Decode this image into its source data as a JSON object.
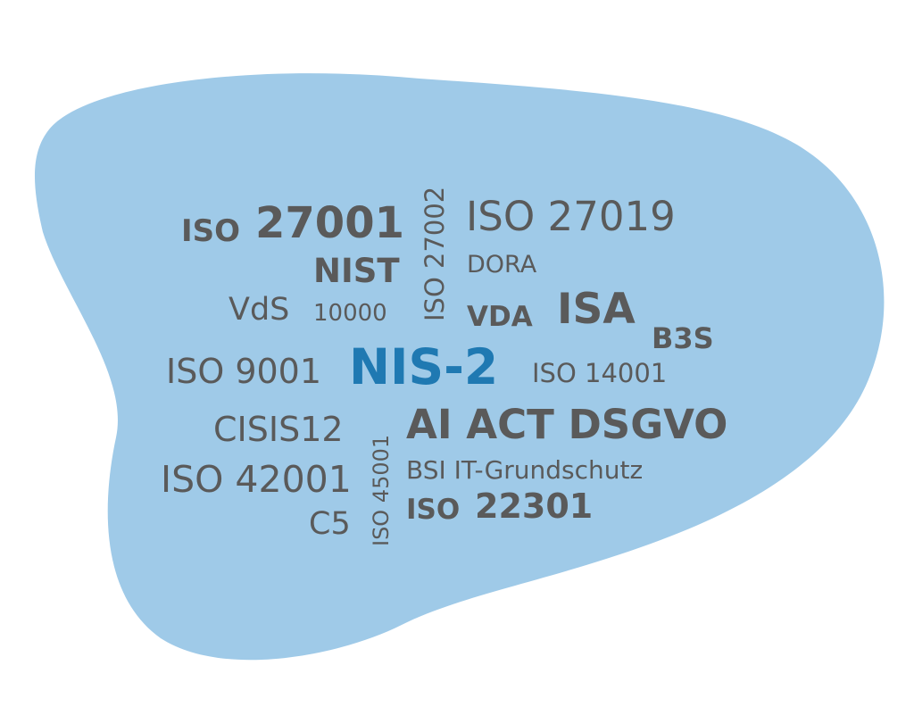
{
  "colors": {
    "blob": "#9fcae8",
    "text": "#5a5a5a",
    "accent": "#1f79b2"
  },
  "words": {
    "iso27001_prefix": "ISO",
    "iso27001_num": "27001",
    "nist": "NIST",
    "vds": "VdS",
    "vds_num": "10000",
    "iso27002": "ISO 27002",
    "iso27019": "ISO 27019",
    "dora": "DORA",
    "vda": "VDA",
    "isa": "ISA",
    "b3s": "B3S",
    "iso9001": "ISO 9001",
    "nis2": "NIS-2",
    "iso14001": "ISO 14001",
    "cisis12": "CISIS12",
    "iso45001": "ISO 45001",
    "ai_act_dsgvo": "AI ACT DSGVO",
    "iso42001": "ISO 42001",
    "bsi": "BSI IT-Grundschutz",
    "c5": "C5",
    "iso22301_prefix": "ISO",
    "iso22301_num": "22301"
  }
}
